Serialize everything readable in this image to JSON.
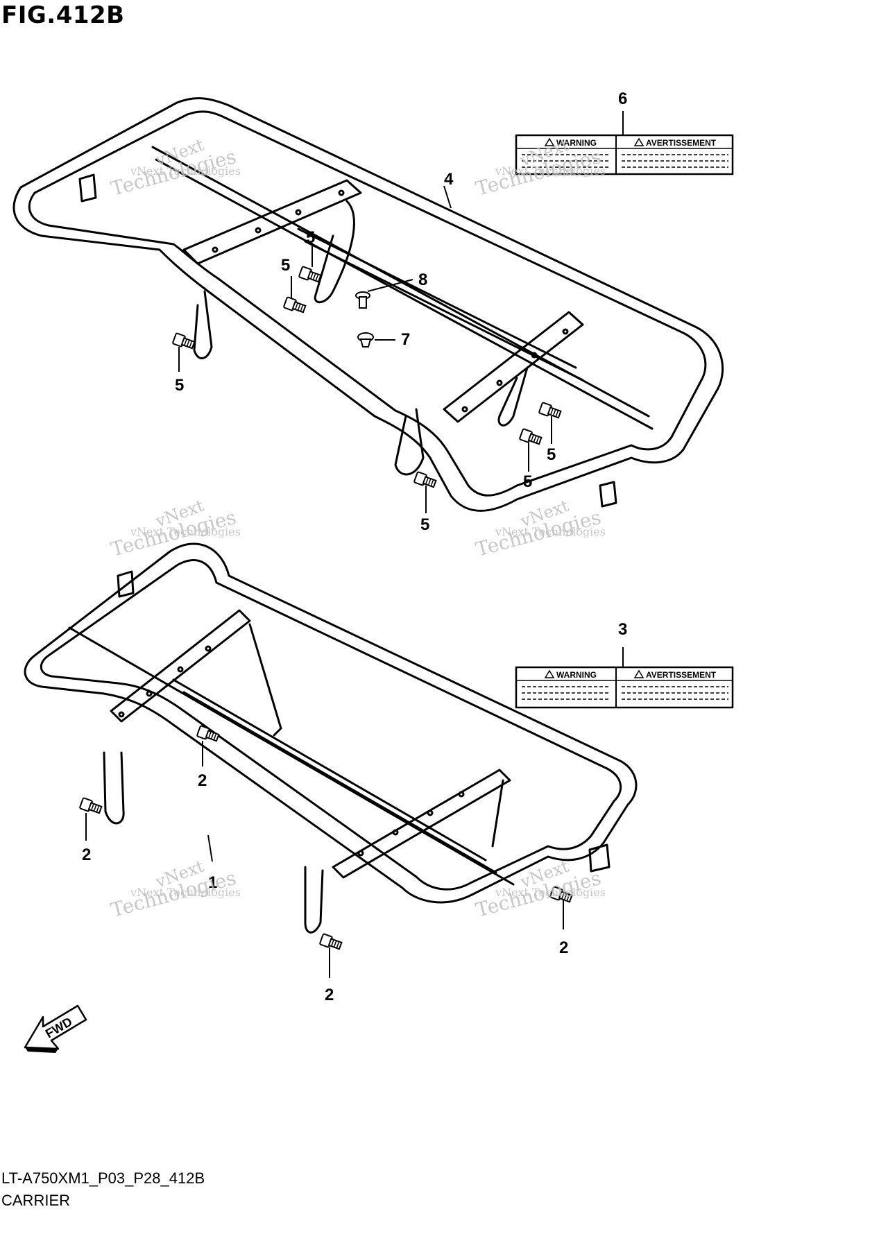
{
  "figure": {
    "title": "FIG.412B",
    "code": "LT-A750XM1_P03_P28_412B",
    "name": "CARRIER"
  },
  "callouts": {
    "c1": "1",
    "c2a": "2",
    "c2b": "2",
    "c2c": "2",
    "c2d": "2",
    "c3": "3",
    "c4": "4",
    "c5a": "5",
    "c5b": "5",
    "c5c": "5",
    "c5d": "5",
    "c5e": "5",
    "c5f": "5",
    "c6": "6",
    "c7": "7",
    "c8": "8"
  },
  "labels": {
    "warning": "WARNING",
    "avertissement": "AVERTISSEMENT"
  },
  "fwd": "FWD",
  "watermark": {
    "line1": "vNext Technologies",
    "line2": "vNext",
    "line3": "Technologies"
  }
}
